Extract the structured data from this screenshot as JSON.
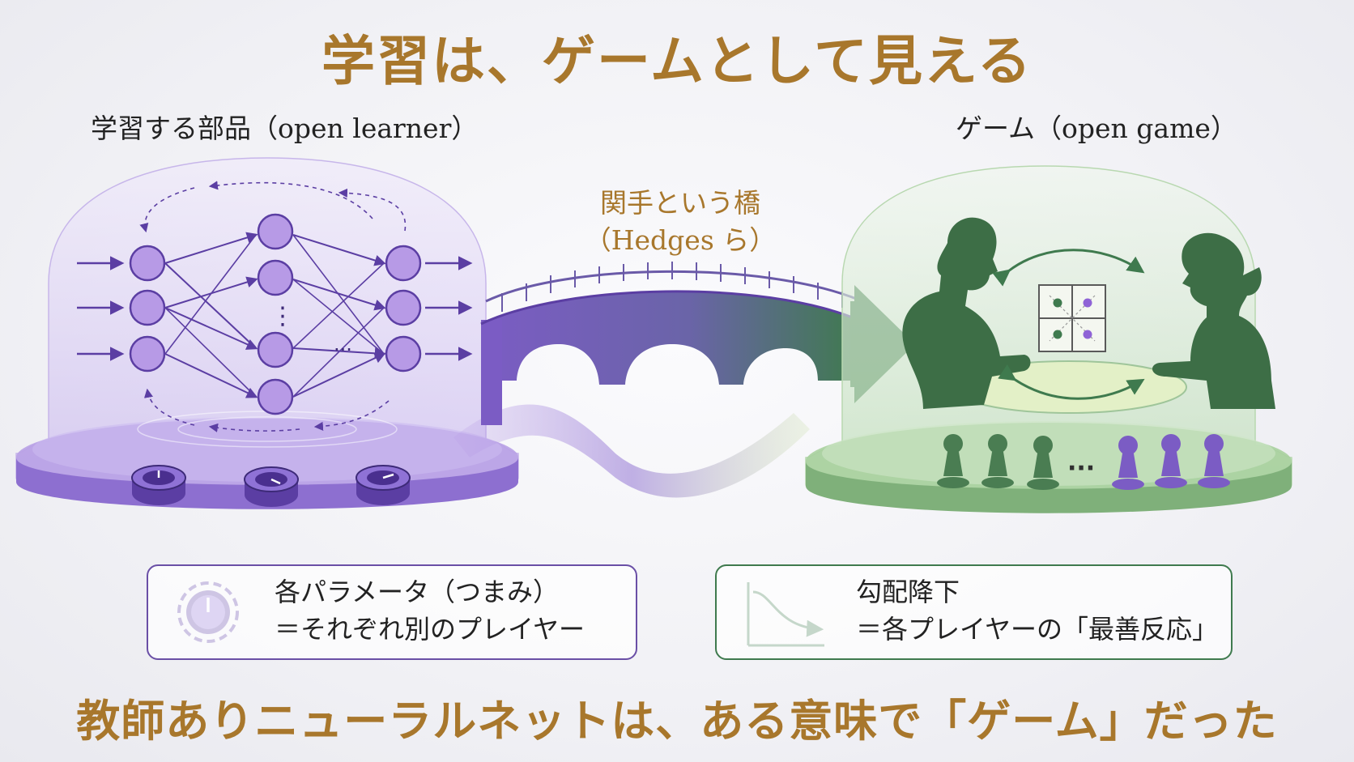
{
  "title": "学習は、ゲームとして見える",
  "left_heading": "学習する部品（open learner）",
  "right_heading": "ゲーム（open game）",
  "bridge": {
    "line1": "関手という橋",
    "line2": "（Hedges ら）"
  },
  "card_left": {
    "line1": "各パラメータ（つまみ）",
    "line2": "＝それぞれ別のプレイヤー",
    "icon": "knob-icon"
  },
  "card_right": {
    "line1": "勾配降下",
    "line2": "＝各プレイヤーの「最善反応」",
    "icon": "gradient-curve-icon"
  },
  "bottom_text": "教師ありニューラルネットは、ある意味で「ゲーム」だった",
  "network": {
    "ellipsis_vertical": "⋮",
    "ellipsis_horizontal": "···"
  },
  "pawns": {
    "ellipsis": "···"
  },
  "colors": {
    "purple": "#7b5cc4",
    "green": "#3f7a4e",
    "gold": "#a8772c"
  }
}
